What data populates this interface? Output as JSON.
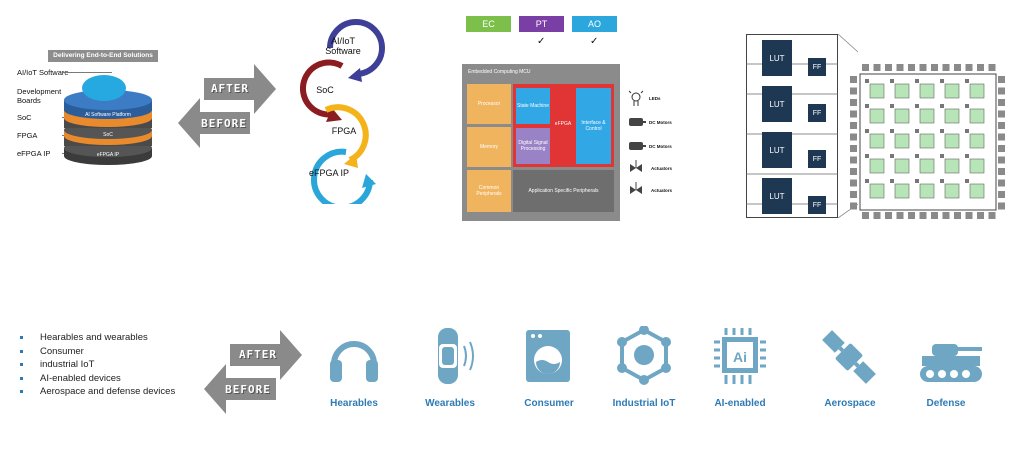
{
  "stack": {
    "banner": "Delivering End-to-End Solutions",
    "labels": [
      "AI/IoT Software",
      "Development Boards",
      "SoC",
      "FPGA",
      "eFPGA IP"
    ],
    "disks": [
      "AI Software Platform",
      "SoC",
      "eFPGA IP"
    ]
  },
  "arrows": {
    "after": "AFTER",
    "before": "BEFORE"
  },
  "rings": [
    "AI/IoT Software",
    "SoC",
    "FPGA",
    "eFPGA IP"
  ],
  "modes": {
    "tags": [
      {
        "label": "EC",
        "color": "#7cc04b"
      },
      {
        "label": "PT",
        "color": "#7a3fa5"
      },
      {
        "label": "AO",
        "color": "#2ba7dd"
      }
    ],
    "checks": [
      "✓",
      "✓"
    ]
  },
  "mcu": {
    "title": "Embedded Computing MCU",
    "processor": "Processor",
    "memory": "Memory",
    "common": "Common Peripherals",
    "state_machine": "State Machine",
    "dsp": "Digital Signal Processing",
    "efpga": "eFPGA",
    "interface": "Interface & Control",
    "app_specific": "Application Specific Peripherals",
    "devices": [
      "LEDs",
      "DC Motors",
      "DC Motors",
      "Actuators",
      "Actuators"
    ]
  },
  "fpga_fabric": {
    "lut": "LUT",
    "ff": "FF"
  },
  "markets": [
    "Hearables and wearables",
    "Consumer",
    "industrial IoT",
    "AI-enabled devices",
    "Aerospace and defense devices"
  ],
  "apps": [
    {
      "label": "Hearables",
      "icon": "headphones-icon"
    },
    {
      "label": "Wearables",
      "icon": "smartwatch-icon"
    },
    {
      "label": "Consumer",
      "icon": "washing-machine-icon"
    },
    {
      "label": "Industrial IoT",
      "icon": "network-hub-icon"
    },
    {
      "label": "AI-enabled",
      "icon": "ai-chip-icon"
    },
    {
      "label": "Aerospace",
      "icon": "satellite-icon"
    },
    {
      "label": "Defense",
      "icon": "tank-icon"
    }
  ],
  "colors": {
    "accent_blue": "#2e7bb4",
    "icon_blue": "#6fa6c4",
    "lut_navy": "#1e3752",
    "fabric_green": "#b7e5b7"
  }
}
